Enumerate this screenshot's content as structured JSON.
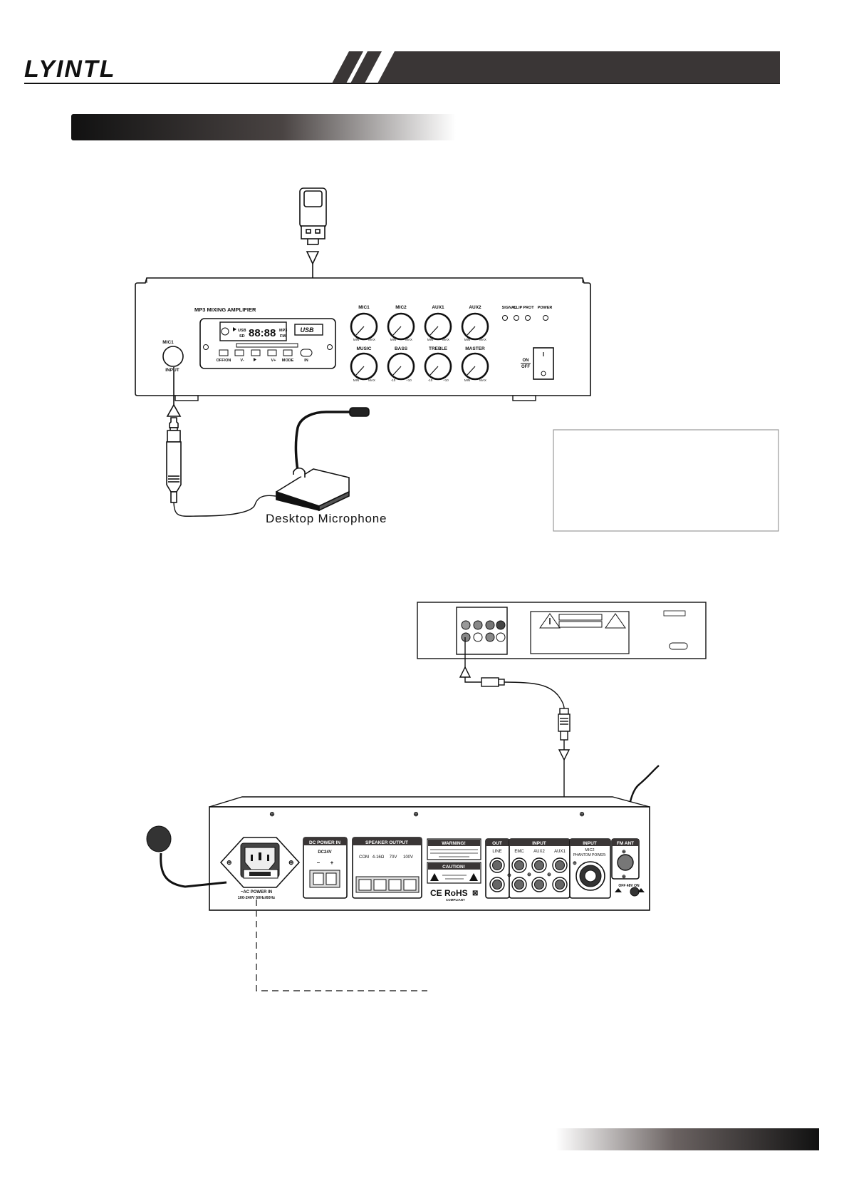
{
  "header": {
    "brand": "LYINTL"
  },
  "front_panel": {
    "model_label": "MP3 MIXING AMPLIFIER",
    "mic1_label": "MIC1",
    "input_label": "INPUT",
    "display": {
      "play_icon": "play-icon",
      "usb": "USB",
      "sd": "SD",
      "digits": "88:88",
      "mp3": "MP3",
      "fm": "FM",
      "usb_slot": "USB"
    },
    "buttons": [
      "OFF/ON",
      "V-",
      "",
      "V+",
      "MODE",
      "IN"
    ],
    "knobs_top": [
      "MIC1",
      "MIC2",
      "AUX1",
      "AUX2"
    ],
    "knobs_bottom": [
      "MUSIC",
      "BASS",
      "TREBLE",
      "MASTER"
    ],
    "knob_scale_minmax": [
      "MIN",
      "MAX"
    ],
    "knob_scale_tone": [
      "-10",
      "+10"
    ],
    "indicators": [
      "SIGNAL",
      "CLIP",
      "PROT",
      "POWER"
    ],
    "power_switch": [
      "ON",
      "OFF"
    ]
  },
  "desk_mic_label": "Desktop Microphone",
  "rear_panel": {
    "ac_power": "~AC POWER IN",
    "ac_spec": "100-240V 50Hz/60Hz",
    "dc_power": "DC POWER IN",
    "dc_voltage": "DC24V",
    "dc_polarity": [
      "–",
      "+"
    ],
    "speaker_output": "SPEAKER OUTPUT",
    "speaker_terms": [
      "COM",
      "4-16Ω",
      "70V",
      "100V"
    ],
    "warning": "WARNING!",
    "caution": "CAUTION!",
    "certs": "CE RoHS",
    "compliant": "COMPLIANT",
    "out_title": "OUT",
    "out_label": "LINE",
    "input_title": "INPUT",
    "input_labels": [
      "EMC",
      "AUX2",
      "AUX1"
    ],
    "xlr_title": "INPUT",
    "xlr_sub": [
      "MIC2",
      "PHANTOM POWER:"
    ],
    "fm_ant": "FM ANT",
    "phantom_switch": "OFF 48V ON"
  },
  "colors": {
    "dark_band": "#3a3636",
    "line": "#1a1a1a"
  }
}
